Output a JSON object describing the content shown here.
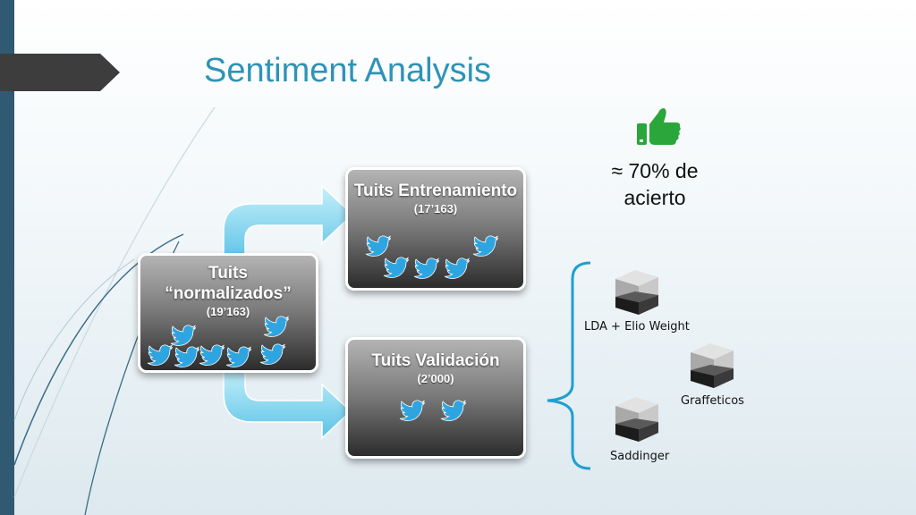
{
  "title": "Sentiment Analysis",
  "boxes": {
    "normalized": {
      "title": "Tuits “normalizados”",
      "count": "(19’163)"
    },
    "training": {
      "title": "Tuits Entrenamiento",
      "count": "(17’163)"
    },
    "validation": {
      "title": "Tuits Validación",
      "count": "(2’000)"
    }
  },
  "result": {
    "accuracy": "≈ 70% de acierto"
  },
  "models": [
    "LDA + Elio Weight",
    "Graffeticos",
    "Saddinger"
  ],
  "colors": {
    "title": "#2e93b7",
    "arrow": "#7fd6f2",
    "brace": "#1f9fd0",
    "thumb": "#2aa63a",
    "bird": "#2ea5e0"
  }
}
